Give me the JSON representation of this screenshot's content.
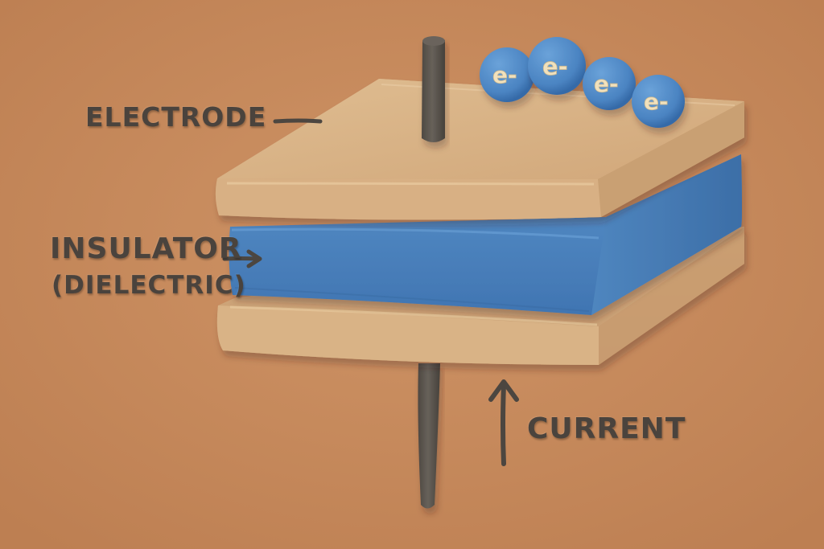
{
  "labels": {
    "electrode": "ELECTRODE",
    "insulator": "INSULATOR",
    "dielectric": "(DIELECTRIC)",
    "current": "CURRENT"
  },
  "electrons": [
    {
      "label": "e-"
    },
    {
      "label": "e-"
    },
    {
      "label": "e-"
    },
    {
      "label": "e-"
    }
  ],
  "colors": {
    "background": "#c98b5c",
    "electrode_plate": "#d8b183",
    "insulator": "#4f86bf",
    "wire": "#575148",
    "label_text": "#4a433d",
    "electron": "#4c86c5",
    "electron_text": "#f1e1bd"
  }
}
